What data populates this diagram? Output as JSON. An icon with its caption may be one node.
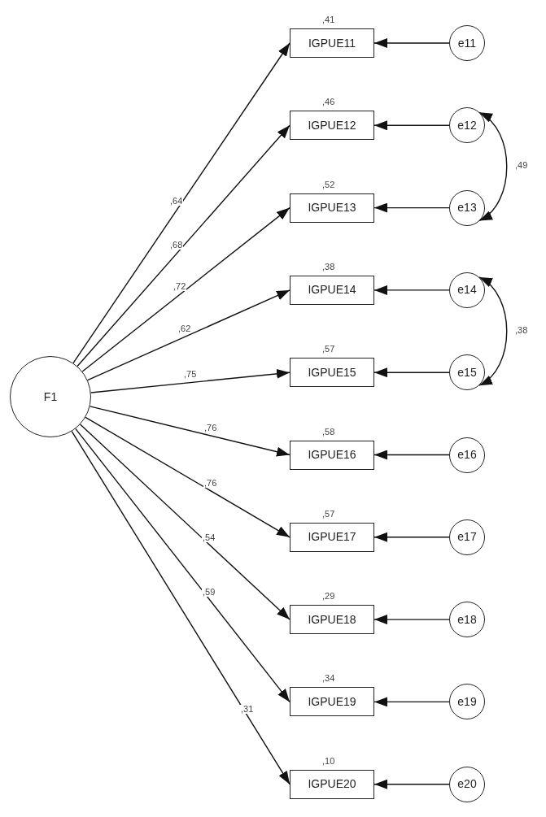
{
  "diagram": {
    "nodes": [
      {
        "text": [
          "F1"
        ]
      },
      {
        "text": [
          "IGPUE11"
        ],
        "beside": [
          ",41"
        ]
      },
      {
        "text": [
          "IGPUE12"
        ],
        "beside": [
          ",46"
        ]
      },
      {
        "text": [
          "IGPUE13"
        ],
        "beside": [
          ",52"
        ]
      },
      {
        "text": [
          "IGPUE14"
        ],
        "beside": [
          ",38"
        ]
      },
      {
        "text": [
          "IGPUE15"
        ],
        "beside": [
          ",57"
        ]
      },
      {
        "text": [
          "IGPUE16"
        ],
        "beside": [
          ",58"
        ]
      },
      {
        "text": [
          "IGPUE17"
        ],
        "beside": [
          ",57"
        ]
      },
      {
        "text": [
          "IGPUE18"
        ],
        "beside": [
          ",29"
        ]
      },
      {
        "text": [
          "IGPUE19"
        ],
        "beside": [
          ",34"
        ]
      },
      {
        "text": [
          "IGPUE20"
        ],
        "beside": [
          ",10"
        ]
      },
      {
        "text": [
          "e11"
        ]
      },
      {
        "text": [
          "e12"
        ]
      },
      {
        "text": [
          "e13"
        ]
      },
      {
        "text": [
          "e14"
        ]
      },
      {
        "text": [
          "e15"
        ]
      },
      {
        "text": [
          "e16"
        ]
      },
      {
        "text": [
          "e17"
        ]
      },
      {
        "text": [
          "e18"
        ]
      },
      {
        "text": [
          "e19"
        ]
      },
      {
        "text": [
          "e20"
        ]
      }
    ],
    "edges": [
      {
        "from": 0,
        "to": 1,
        "arrow": "to",
        "label": ",64"
      },
      {
        "from": 0,
        "to": 2,
        "arrow": "to",
        "label": ",68"
      },
      {
        "from": 0,
        "to": 3,
        "arrow": "to",
        "label": ",72"
      },
      {
        "from": 0,
        "to": 4,
        "arrow": "to",
        "label": ",62"
      },
      {
        "from": 0,
        "to": 5,
        "arrow": "to",
        "label": ",75"
      },
      {
        "from": 0,
        "to": 6,
        "arrow": "to",
        "label": ",76"
      },
      {
        "from": 0,
        "to": 7,
        "arrow": "to",
        "label": ",76"
      },
      {
        "from": 0,
        "to": 8,
        "arrow": "to",
        "label": ",54"
      },
      {
        "from": 0,
        "to": 9,
        "arrow": "to",
        "label": ",59"
      },
      {
        "from": 0,
        "to": 10,
        "arrow": "to",
        "label": ",31"
      },
      {
        "from": 11,
        "to": 1,
        "arrow": "to"
      },
      {
        "from": 12,
        "to": 2,
        "arrow": "to"
      },
      {
        "from": 13,
        "to": 3,
        "arrow": "to"
      },
      {
        "from": 14,
        "to": 4,
        "arrow": "to"
      },
      {
        "from": 15,
        "to": 5,
        "arrow": "to"
      },
      {
        "from": 16,
        "to": 6,
        "arrow": "to"
      },
      {
        "from": 17,
        "to": 7,
        "arrow": "to"
      },
      {
        "from": 18,
        "to": 8,
        "arrow": "to"
      },
      {
        "from": 19,
        "to": 9,
        "arrow": "to"
      },
      {
        "from": 20,
        "to": 10,
        "arrow": "to"
      },
      {
        "from": 12,
        "to": 13,
        "arrow": "both",
        "label": ",49"
      },
      {
        "from": 14,
        "to": 15,
        "arrow": "both",
        "label": ",38"
      }
    ]
  }
}
